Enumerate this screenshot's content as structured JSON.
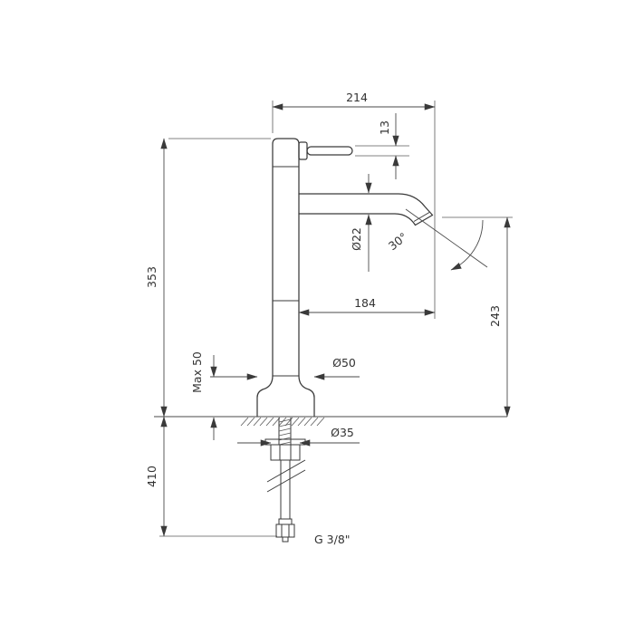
{
  "drawing": {
    "type": "faucet-installation-technical-drawing",
    "background": "#ffffff",
    "line_color": "#3a3a3a",
    "dimensions": {
      "overall_width": "214",
      "handle_thickness": "13",
      "body_height_above_deck": "353",
      "spout_diameter": "Ø22",
      "spout_angle": "30°",
      "spout_reach": "184",
      "spout_height": "243",
      "max_deck_thickness": "Max 50",
      "base_diameter": "Ø50",
      "hole_diameter": "Ø35",
      "below_deck_height": "410",
      "connection_thread": "G 3/8\""
    }
  }
}
